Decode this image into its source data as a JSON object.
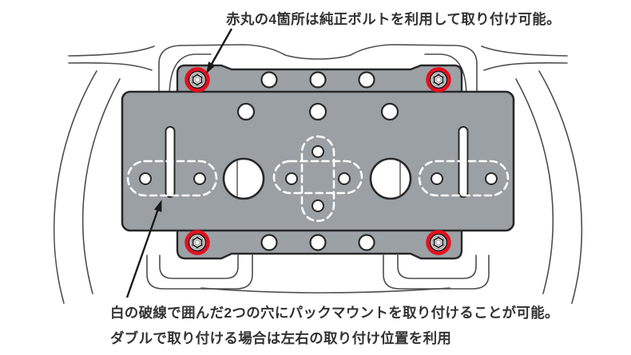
{
  "annotations": {
    "top_note": "赤丸の4箇所は純正ボルトを利用して取り付け可能。",
    "bottom_note_line1": "白の破線で囲んだ2つの穴にパックマウントを取り付けることが可能。",
    "bottom_note_line2": "ダブルで取り付ける場合は左右の取り付け位置を利用"
  },
  "legend": {
    "red_circle_bolt_count": "4",
    "pack_mount_hole_group_count": "2"
  },
  "colors": {
    "plate_gray": "#9aa0a4",
    "bar_gray": "#9ca1a5",
    "outline_dark": "#282828",
    "highlight_red": "#e3101e",
    "dashed_white": "#ffffff",
    "background_line_gray": "#4d4d4d",
    "text_color": "#333333"
  }
}
